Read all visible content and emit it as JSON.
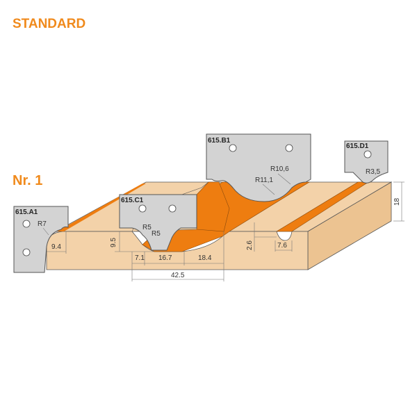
{
  "header": {
    "title": "STANDARD",
    "set_label": "Nr. 1"
  },
  "colors": {
    "accent": "#f08a1c",
    "wood": "#f3d2a9",
    "wood_side": "#ecc391",
    "plate": "#d3d3d3"
  },
  "cutters": [
    {
      "code": "615.A1",
      "radii": [
        "R7"
      ]
    },
    {
      "code": "615.C1",
      "radii": [
        "R5",
        "R5"
      ]
    },
    {
      "code": "615.B1",
      "radii": [
        "R10,6",
        "R11,1"
      ]
    },
    {
      "code": "615.D1",
      "radii": [
        "R3,5"
      ]
    }
  ],
  "dimensions": {
    "a1_width": "9.4",
    "c1_depth": "9.5",
    "c1_w1": "7.1",
    "c1_w2": "16.7",
    "c1_w3": "18.4",
    "c1_total": "42.5",
    "d1_depth": "2.6",
    "d1_width": "7.6",
    "thickness": "18"
  }
}
